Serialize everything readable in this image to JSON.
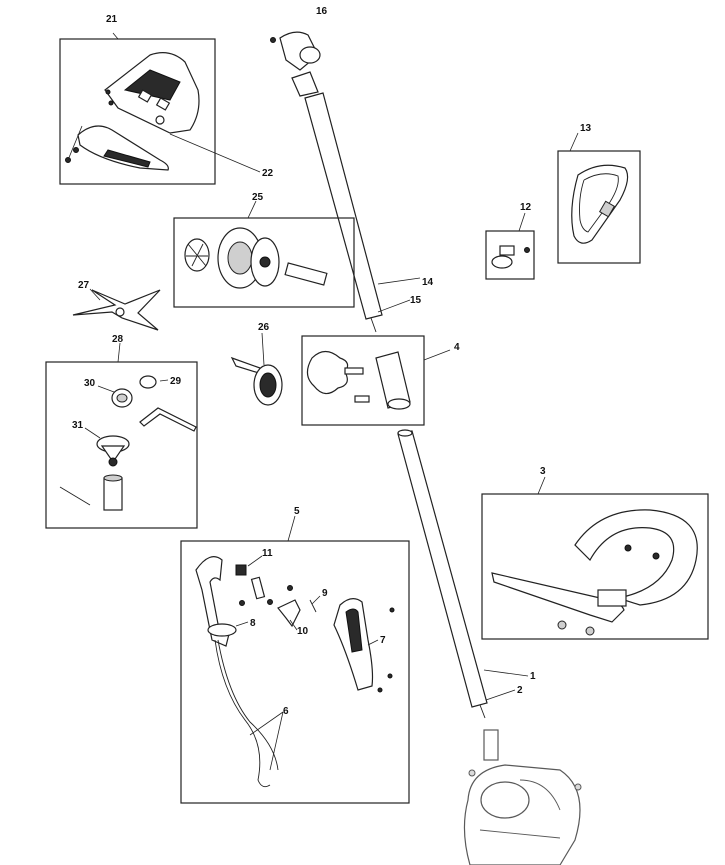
{
  "callouts": {
    "c1": "1",
    "c2": "2",
    "c3": "3",
    "c4": "4",
    "c5": "5",
    "c6": "6",
    "c7": "7",
    "c8": "8",
    "c9": "9",
    "c10": "10",
    "c11": "11",
    "c12": "12",
    "c13": "13",
    "c14": "14",
    "c15": "15",
    "c16": "16",
    "c21": "21",
    "c22": "22",
    "c25": "25",
    "c26": "26",
    "c27": "27",
    "c28": "28",
    "c29": "29",
    "c30": "30",
    "c31": "31"
  }
}
